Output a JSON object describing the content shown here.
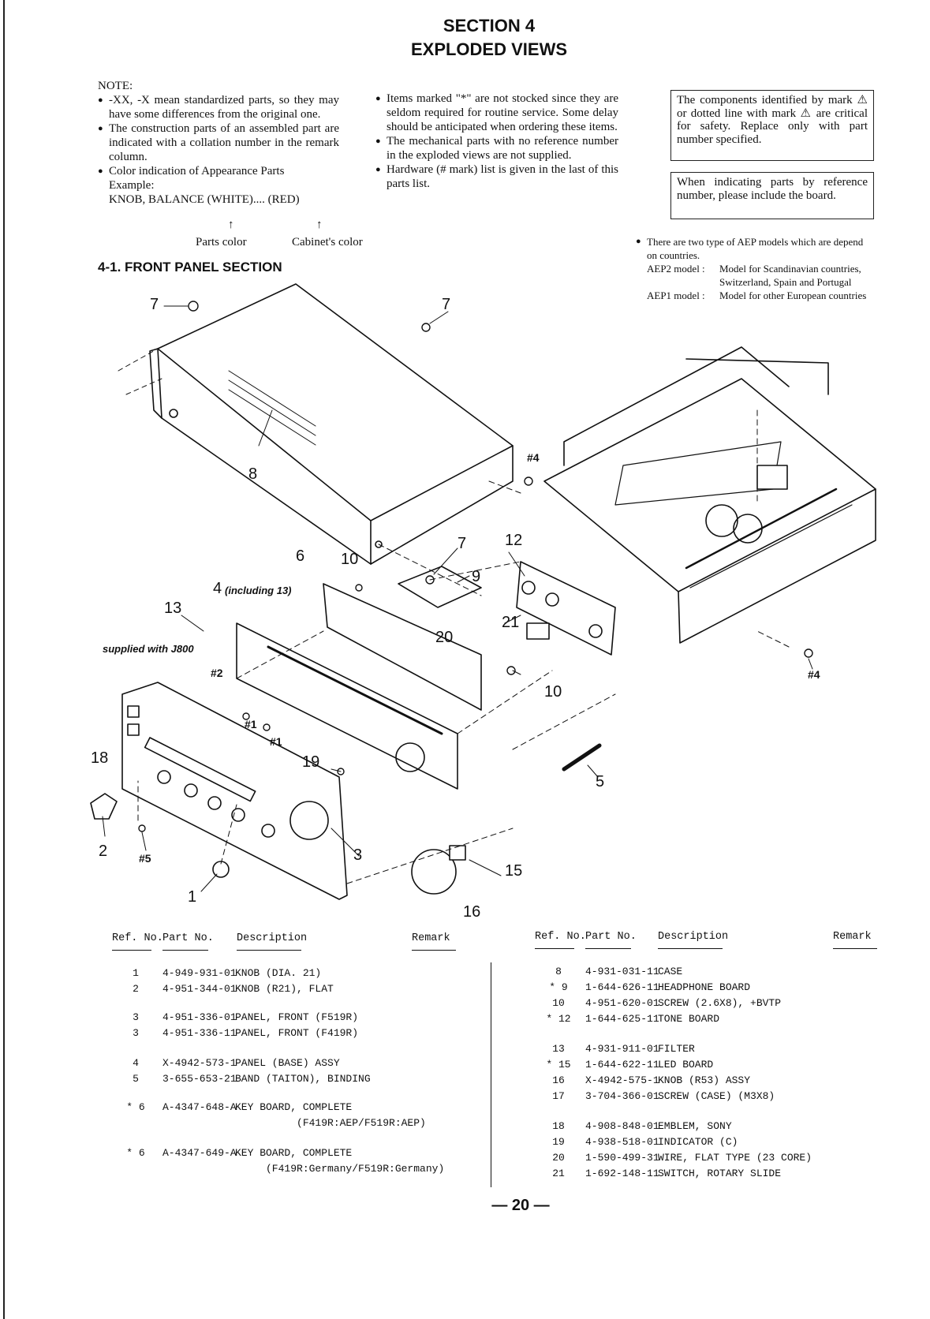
{
  "header": {
    "section": "SECTION 4",
    "title": "EXPLODED VIEWS"
  },
  "notes": {
    "heading": "NOTE:",
    "col1": [
      "-XX, -X mean standardized parts, so they may have some differences from the original one.",
      "The construction parts of an assembled part are indicated with a collation number in the remark column.",
      "Color indication of Appearance Parts"
    ],
    "example_label": "Example:",
    "example_text": "KNOB, BALANCE (WHITE).... (RED)",
    "arrow_glyph": "↑",
    "parts_color": "Parts color",
    "cabinet_color": "Cabinet's color",
    "col2": [
      "Items marked \"*\" are not stocked since they are seldom required for routine service. Some delay should be anticipated when ordering these items.",
      "The mechanical parts with no reference number in the exploded views are not supplied.",
      "Hardware (# mark) list is given in the last of this parts list."
    ]
  },
  "safety_box": "The components identified by mark ⚠ or dotted line with mark ⚠ are critical for safety. Replace only with part number specified.",
  "ref_box": "When indicating parts by reference number, please include the board.",
  "aep": {
    "intro": "There are two type of AEP models which are depend on countries.",
    "aep2_label": "AEP2 model :",
    "aep2_text": "Model for Scandinavian countries, Switzerland, Spain and Portugal",
    "aep1_label": "AEP1 model :",
    "aep1_text": "Model for other European countries"
  },
  "section_title": "4-1. FRONT PANEL SECTION",
  "callouts": {
    "n1": "1",
    "n2": "2",
    "n3": "3",
    "n4": "4",
    "n4_note": "(including 13)",
    "n5": "5",
    "n6": "6",
    "n7": "7",
    "n8": "8",
    "n9": "9",
    "n10": "10",
    "n12": "12",
    "n13": "13",
    "n15": "15",
    "n16": "16",
    "n18": "18",
    "n19": "19",
    "n20": "20",
    "n21": "21",
    "h1": "#1",
    "h2": "#2",
    "h4": "#4",
    "h5": "#5",
    "supplied": "supplied with J800"
  },
  "table_headers": {
    "ref": "Ref. No.",
    "part": "Part No.",
    "desc": "Description",
    "remark": "Remark"
  },
  "table_left": [
    {
      "ref": "1",
      "part": "4-949-931-01",
      "desc": "KNOB (DIA. 21)"
    },
    {
      "ref": "2",
      "part": "4-951-344-01",
      "desc": "KNOB (R21), FLAT"
    },
    {
      "ref": "3",
      "part": "4-951-336-01",
      "desc": "PANEL, FRONT (F519R)"
    },
    {
      "ref": "3",
      "part": "4-951-336-11",
      "desc": "PANEL, FRONT (F419R)"
    },
    {
      "ref": "4",
      "part": "X-4942-573-1",
      "desc": "PANEL (BASE) ASSY"
    },
    {
      "ref": "5",
      "part": "3-655-653-21",
      "desc": "BAND (TAITON), BINDING"
    },
    {
      "ref": "* 6",
      "part": "A-4347-648-A",
      "desc": "KEY BOARD, COMPLETE"
    },
    {
      "ref": "",
      "part": "",
      "desc": "          (F419R:AEP/F519R:AEP)"
    },
    {
      "ref": "* 6",
      "part": "A-4347-649-A",
      "desc": "KEY BOARD, COMPLETE"
    },
    {
      "ref": "",
      "part": "",
      "desc": "     (F419R:Germany/F519R:Germany)"
    }
  ],
  "table_right": [
    {
      "ref": "8",
      "part": "4-931-031-11",
      "desc": "CASE"
    },
    {
      "ref": "* 9",
      "part": "1-644-626-11",
      "desc": "HEADPHONE BOARD"
    },
    {
      "ref": "10",
      "part": "4-951-620-01",
      "desc": "SCREW (2.6X8), +BVTP"
    },
    {
      "ref": "* 12",
      "part": "1-644-625-11",
      "desc": "TONE BOARD"
    },
    {
      "ref": "13",
      "part": "4-931-911-01",
      "desc": "FILTER"
    },
    {
      "ref": "* 15",
      "part": "1-644-622-11",
      "desc": "LED BOARD"
    },
    {
      "ref": "16",
      "part": "X-4942-575-1",
      "desc": "KNOB (R53) ASSY"
    },
    {
      "ref": "17",
      "part": "3-704-366-01",
      "desc": "SCREW (CASE) (M3X8)"
    },
    {
      "ref": "18",
      "part": "4-908-848-01",
      "desc": "EMBLEM, SONY"
    },
    {
      "ref": "19",
      "part": "4-938-518-01",
      "desc": "INDICATOR (C)"
    },
    {
      "ref": "20",
      "part": "1-590-499-31",
      "desc": "WIRE, FLAT TYPE (23 CORE)"
    },
    {
      "ref": "21",
      "part": "1-692-148-11",
      "desc": "SWITCH, ROTARY SLIDE"
    }
  ],
  "page_number": "— 20 —"
}
